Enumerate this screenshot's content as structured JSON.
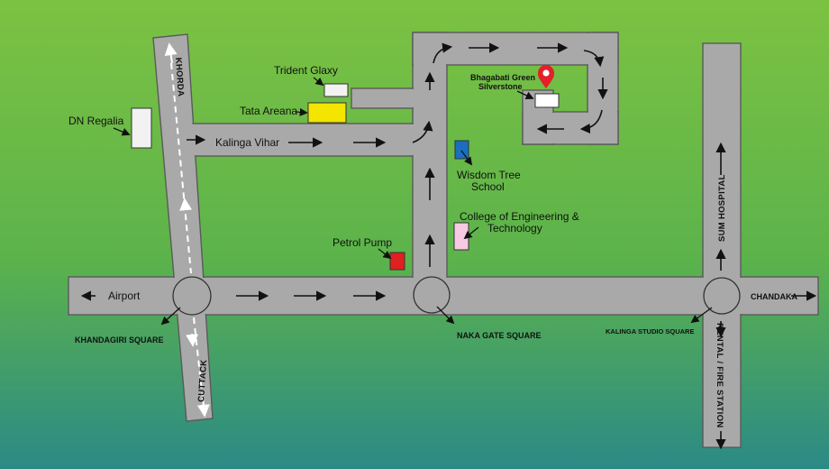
{
  "colors": {
    "bg_top": "#7cc242",
    "bg_mid": "#5cb34b",
    "bg_bottom": "#2b8a86",
    "road": "#a9a9a9",
    "road_edge": "#5a5a5a",
    "pin": "#e3202a",
    "trident": "#f2f2f2",
    "tata": "#f3e500",
    "wisdom": "#1a6fc0",
    "college": "#f7c9e2",
    "petrol": "#e02020",
    "dn_regalia": "#f2f2f2",
    "bhagabati": "#ffffff"
  },
  "roads": {
    "khorda": "KHORDA",
    "cuttack": "CUTTACK",
    "kalinga_vihar": "Kalinga Vihar",
    "airport": "Airport",
    "chandaka": "CHANDAKA",
    "sum_hospital": "SUM HOSPITAL",
    "rental_fire_station": "RENTAL / FIRE STATION"
  },
  "squares": {
    "khandagiri": "KHANDAGIRI SQUARE",
    "naka_gate": "NAKA GATE SQUARE",
    "kalinga_studio": "KALINGA STUDIO SQUARE"
  },
  "landmarks": {
    "dn_regalia": "DN Regalia",
    "trident_glaxy": "Trident Glaxy",
    "tata_areana": "Tata Areana",
    "bhagabati_line1": "Bhagabati Green",
    "bhagabati_line2": "Silverstone",
    "wisdom_line1": "Wisdom Tree",
    "wisdom_line2": "School",
    "college_line1": "College of Engineering &",
    "college_line2": "Technology",
    "petrol_pump": "Petrol Pump"
  },
  "icons": {
    "pin": "location-pin-icon"
  }
}
